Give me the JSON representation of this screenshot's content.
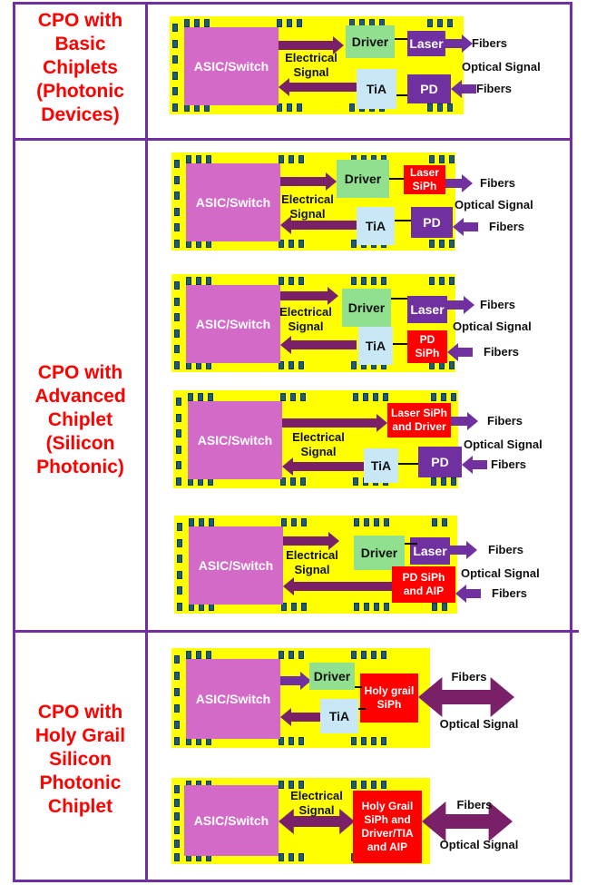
{
  "colors": {
    "frame": "#7030a0",
    "label_text": "#ff0000",
    "pcb": "#ffff00",
    "asic": "#d46ac8",
    "driver": "#90e090",
    "tia": "#c8e8f8",
    "photonic_device": "#7030a0",
    "silicon_photonic": "#ff0000",
    "electrical_arrow": "#7a2068",
    "optical_arrow": "#7030a0"
  },
  "rows": [
    {
      "label": "CPO with\nBasic\nChiplets\n(Photonic\nDevices)",
      "diagrams": [
        {
          "asic": "ASIC/Switch",
          "driver": "Driver",
          "tx_device": "Laser",
          "tia": "TiA",
          "rx_device": "PD",
          "electrical_label": "Electrical\nSignal",
          "fibers_top": "Fibers",
          "optical_label": "Optical Signal",
          "fibers_bottom": "Fibers"
        }
      ]
    },
    {
      "label": "CPO with\nAdvanced\nChiplet\n(Silicon\nPhotonic)",
      "diagrams": [
        {
          "asic": "ASIC/Switch",
          "driver": "Driver",
          "tx_device": "Laser\nSiPh",
          "tia": "TiA",
          "rx_device": "PD",
          "electrical_label": "Electrical\nSignal",
          "fibers_top": "Fibers",
          "optical_label": "Optical Signal",
          "fibers_bottom": "Fibers"
        },
        {
          "asic": "ASIC/Switch",
          "driver": "Driver",
          "tx_device": "Laser",
          "tia": "TiA",
          "rx_device": "PD\nSiPh",
          "electrical_label": "Electrical\nSignal",
          "fibers_top": "Fibers",
          "optical_label": "Optical Signal",
          "fibers_bottom": "Fibers"
        },
        {
          "asic": "ASIC/Switch",
          "tx_device": "Laser SiPh\nand Driver",
          "tia": "TiA",
          "rx_device": "PD",
          "electrical_label": "Electrical\nSignal",
          "fibers_top": "Fibers",
          "optical_label": "Optical Signal",
          "fibers_bottom": "Fibers"
        },
        {
          "asic": "ASIC/Switch",
          "driver": "Driver",
          "tx_device": "Laser",
          "rx_device": "PD SiPh\nand AIP",
          "electrical_label": "Electrical\nSignal",
          "fibers_top": "Fibers",
          "optical_label": "Optical Signal",
          "fibers_bottom": "Fibers"
        }
      ]
    },
    {
      "label": "CPO with\nHoly Grail\nSilicon\nPhotonic\nChiplet",
      "diagrams": [
        {
          "asic": "ASIC/Switch",
          "driver": "Driver",
          "tia": "TiA",
          "siph": "Holy grail\nSiPh",
          "fibers_top": "Fibers",
          "optical_label": "Optical Signal"
        },
        {
          "asic": "ASIC/Switch",
          "electrical_label": "Electrical\nSignal",
          "siph": "Holy Grail\nSiPh and\nDriver/TIA\nand AIP",
          "fibers_top": "Fibers",
          "optical_label": "Optical Signal"
        }
      ]
    }
  ]
}
